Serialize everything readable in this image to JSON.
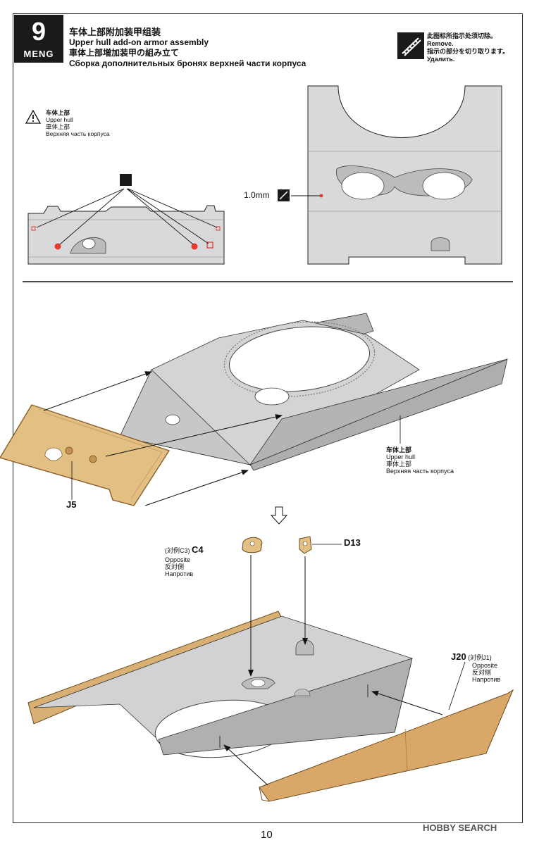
{
  "step": {
    "number": "9",
    "brand": "MENG"
  },
  "title": {
    "zh": "车体上部附加装甲组装",
    "en": "Upper hull add-on armor assembly",
    "ja": "車体上部増加装甲の組み立て",
    "ru": "Сборка дополнительных бронях верхней части корпуса"
  },
  "removal_note": {
    "zh": "此图标所指示处须切除。",
    "en": "Remove.",
    "ja": "指示の部分を切り取ります。",
    "ru": "Удалить."
  },
  "upper_hull_note": {
    "zh": "车体上部",
    "en": "Upper hull",
    "ja": "車体上部",
    "ru": "Верхняя часть корпуса"
  },
  "drill_size": "1.0mm",
  "parts": {
    "j5": "J5",
    "c4": {
      "opposite_tag": "(対例C3)",
      "id": "C4",
      "en": "Opposite",
      "ja": "反対側",
      "ru": "Напротив"
    },
    "d13": "D13",
    "j20": {
      "id": "J20",
      "opposite_tag": "(対例J1)",
      "en": "Opposite",
      "ja": "反对侧",
      "ru": "Напротив"
    }
  },
  "page_number": "10",
  "watermark": "HOBBY SEARCH",
  "colors": {
    "hull": "#c9c9cb",
    "hull_dark": "#a6a6a8",
    "tan": "#d8b074",
    "tan_dark": "#b8894a",
    "mark_red": "#e53a2c"
  }
}
